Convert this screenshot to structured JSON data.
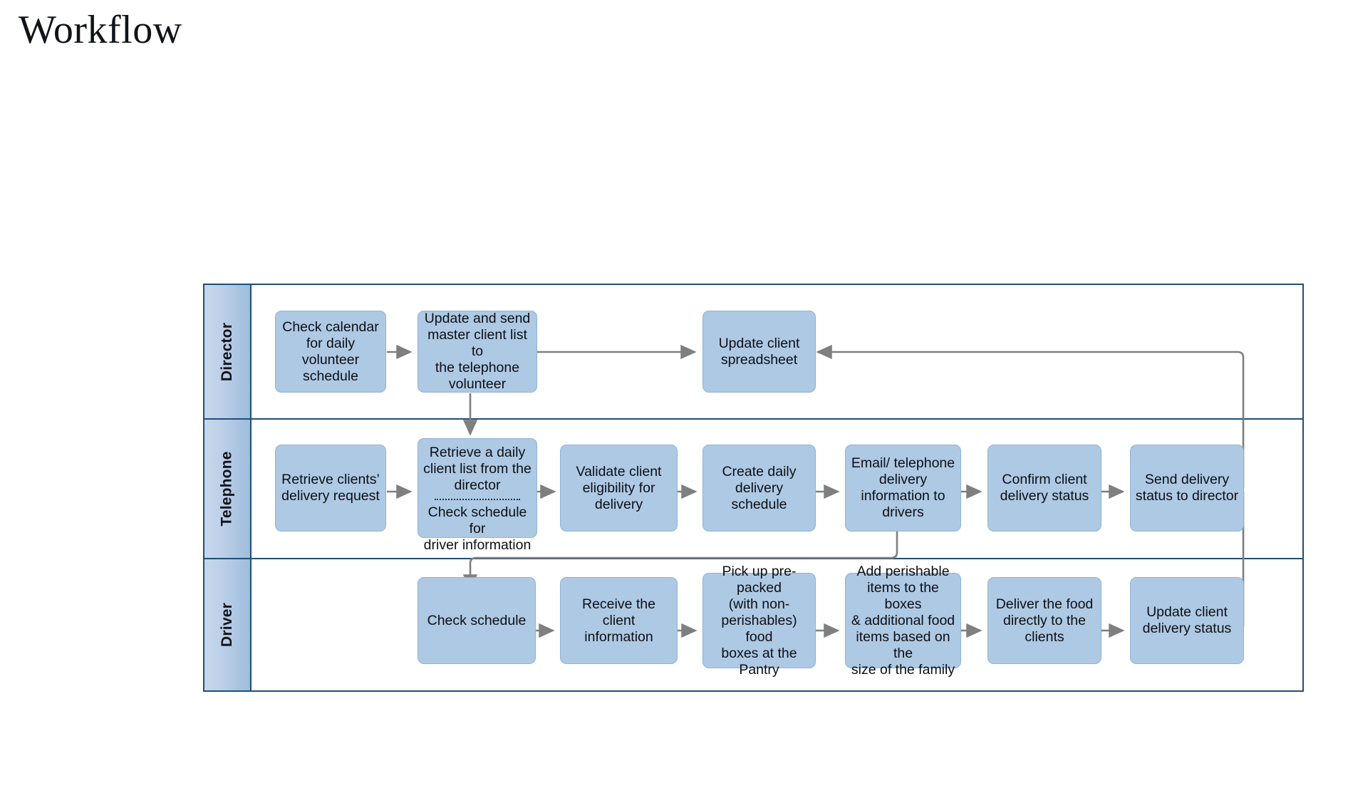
{
  "page": {
    "title": "Workflow"
  },
  "diagram": {
    "type": "swimlane-flowchart",
    "colors": {
      "lane_border": "#1f4e79",
      "lane_header_gradient_start": "#c7d8ec",
      "lane_header_gradient_end": "#9dbcdc",
      "node_fill": "#aec9e4",
      "node_border": "#8fb3d4",
      "connector": "#7f7f7f",
      "text": "#0d0f14"
    },
    "lanes": [
      {
        "id": "director",
        "label": "Director",
        "nodes": [
          {
            "id": "d1",
            "lines": [
              "Check calendar",
              "for daily",
              "volunteer",
              "schedule"
            ]
          },
          {
            "id": "d2",
            "lines": [
              "Update and send",
              "master client list to",
              "the telephone",
              "volunteer"
            ]
          },
          {
            "id": "d3",
            "lines": [
              "Update client",
              "spreadsheet"
            ]
          }
        ]
      },
      {
        "id": "telephone",
        "label": "Telephone",
        "nodes": [
          {
            "id": "t1",
            "lines": [
              "Retrieve clients’",
              "delivery request"
            ]
          },
          {
            "id": "t2",
            "lines": [
              "Retrieve a daily",
              "client list from the",
              "director"
            ],
            "divider": true,
            "lines2": [
              "Check schedule for",
              "driver information"
            ]
          },
          {
            "id": "t3",
            "lines": [
              "Validate client",
              "eligibility for",
              "delivery"
            ]
          },
          {
            "id": "t4",
            "lines": [
              "Create daily",
              "delivery schedule"
            ]
          },
          {
            "id": "t5",
            "lines": [
              "Email/ telephone",
              "delivery",
              "information to",
              "drivers"
            ]
          },
          {
            "id": "t6",
            "lines": [
              "Confirm client",
              "delivery status"
            ]
          },
          {
            "id": "t7",
            "lines": [
              "Send delivery",
              "status to director"
            ]
          }
        ]
      },
      {
        "id": "driver",
        "label": "Driver",
        "nodes": [
          {
            "id": "v1",
            "lines": [
              "Check schedule"
            ]
          },
          {
            "id": "v2",
            "lines": [
              "Receive the client",
              "information"
            ]
          },
          {
            "id": "v3",
            "lines": [
              "Pick up pre-packed",
              "(with non-",
              "perishables) food",
              "boxes at the",
              "Pantry"
            ]
          },
          {
            "id": "v4",
            "lines": [
              "Add perishable",
              "items to the boxes",
              "& additional food",
              "items based on the",
              "size of the family"
            ]
          },
          {
            "id": "v5",
            "lines": [
              "Deliver the food",
              "directly to the",
              "clients"
            ]
          },
          {
            "id": "v6",
            "lines": [
              "Update client",
              "delivery status"
            ]
          }
        ]
      }
    ]
  }
}
